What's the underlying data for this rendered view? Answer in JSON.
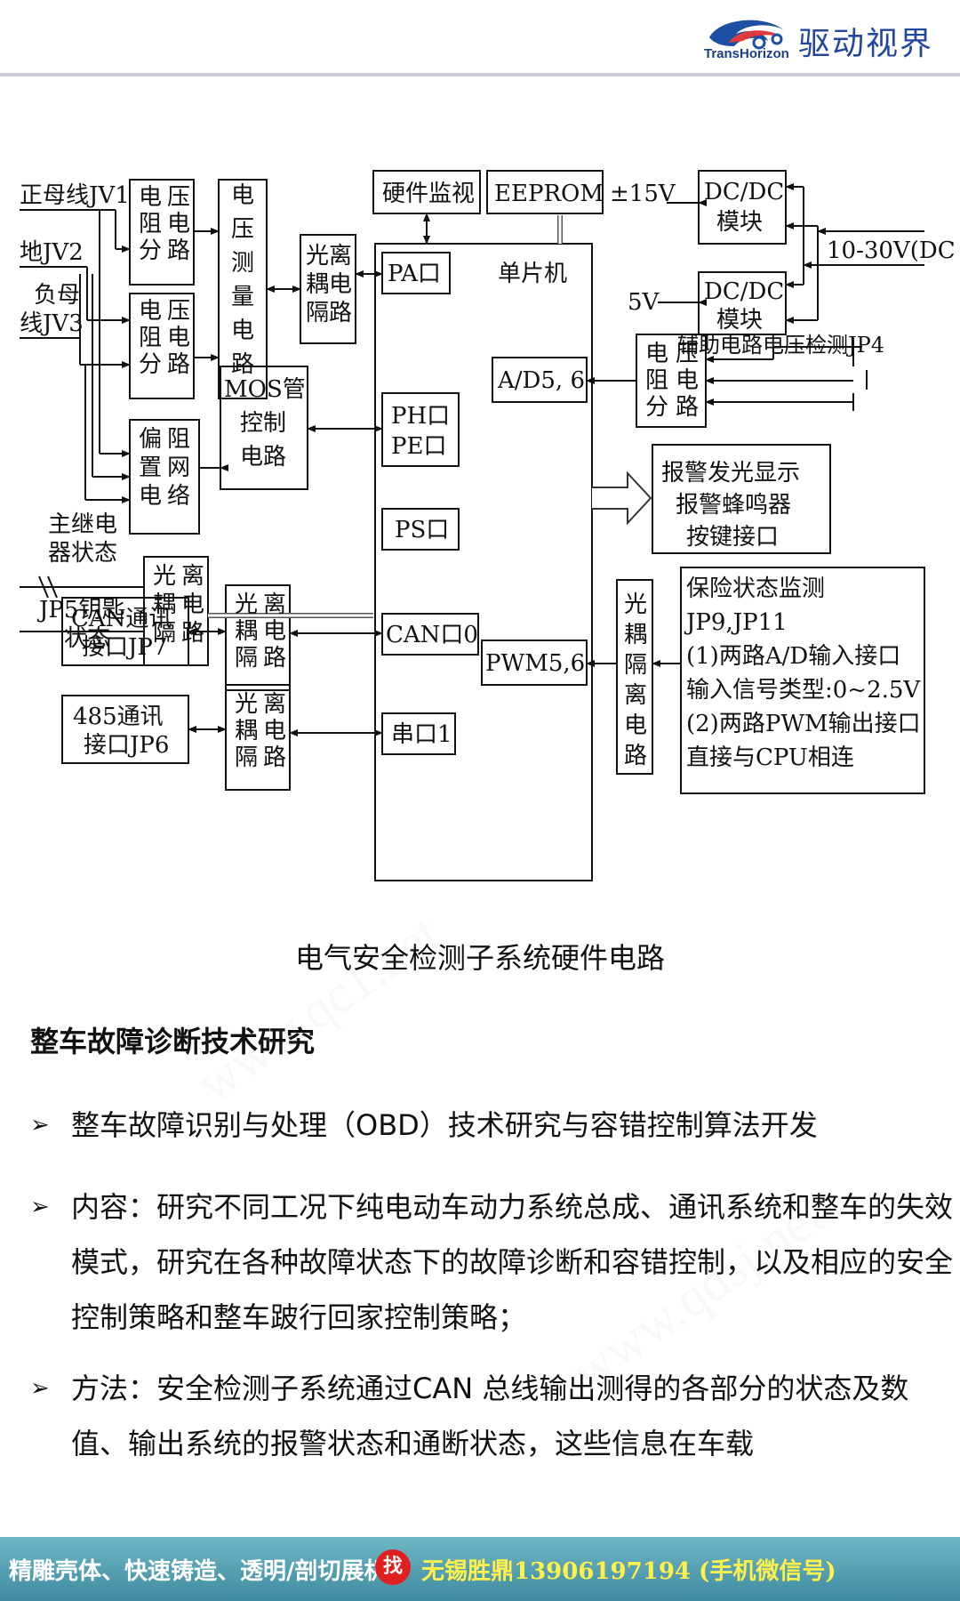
{
  "header": {
    "logo_sub": "TransHorizon",
    "logo_text": "驱动视界",
    "accent": "#23479a"
  },
  "diagram": {
    "labels": {
      "zhengmuxian": "正母线JV1",
      "di": "地JV2",
      "fumu1": "负母",
      "fumu2": "线JV3",
      "zhuji1": "主继电",
      "zhuji2": "器状态",
      "jp5a": "JP5钥匙",
      "jp5b": "状态",
      "fenya1": [
        "电",
        "阻",
        "分",
        "压",
        "电",
        "路"
      ],
      "celiang": [
        "电",
        "压",
        "测",
        "量",
        "电",
        "路"
      ],
      "guangou": [
        "光",
        "耦",
        "隔",
        "离",
        "电",
        "路"
      ],
      "pianzhi": [
        "偏",
        "置",
        "电",
        "阻",
        "网",
        "络"
      ],
      "mos": [
        "MOS管",
        "控制",
        "电路"
      ],
      "yingjian": "硬件监视",
      "eeprom": "EEPROM",
      "danpianji": "单片机",
      "pa": "PA口",
      "phpe": [
        "PH口",
        "PE口"
      ],
      "ps": "PS口",
      "can0": "CAN口0",
      "chuankou": "串口1",
      "ad": "A/D5, 6",
      "pwm": "PWM5,6",
      "pm15": "±15V",
      "v5": "5V",
      "dcdc": [
        "DC/DC",
        "模块"
      ],
      "v1030": "10-30V(DC",
      "fuzhu": "辅助电路电压检测JP4",
      "baojing": [
        "报警发光显示",
        "报警蜂鸣器",
        "按键接口"
      ],
      "canjp7": [
        "CAN通讯",
        "接口JP7"
      ],
      "rs485": [
        "485通讯",
        "接口JP6"
      ],
      "baoxian": [
        "保险状态监测",
        "JP9,JP11",
        "(1)两路A/D输入接口",
        "输入信号类型:0~2.5V",
        "(2)两路PWM输出接口",
        "直接与CPU相连"
      ]
    }
  },
  "caption": "电气安全检测子系统硬件电路",
  "section_heading": "整车故障诊断技术研究",
  "bullets": [
    {
      "mark": "➢",
      "text": "整车故障识别与处理（OBD）技术研究与容错控制算法开发"
    },
    {
      "mark": "➢",
      "text": "内容：研究不同工况下纯电动车动力系统总成、通讯系统和整车的失效模式，研究在各种故障状态下的故障诊断和容错控制，以及相应的安全控制策略和整车跛行回家控制策略；"
    },
    {
      "mark": "➢",
      "text": "方法：安全检测子系统通过CAN 总线输出测得的各部分的状态及数值、输出系统的报警状态和通断状态，这些信息在车载"
    }
  ],
  "footer": {
    "left": "精雕壳体、快速铸造、透明/剖切展机",
    "badge": "找",
    "contact": "无锡胜鼎13906197194 (手机微信号)"
  }
}
